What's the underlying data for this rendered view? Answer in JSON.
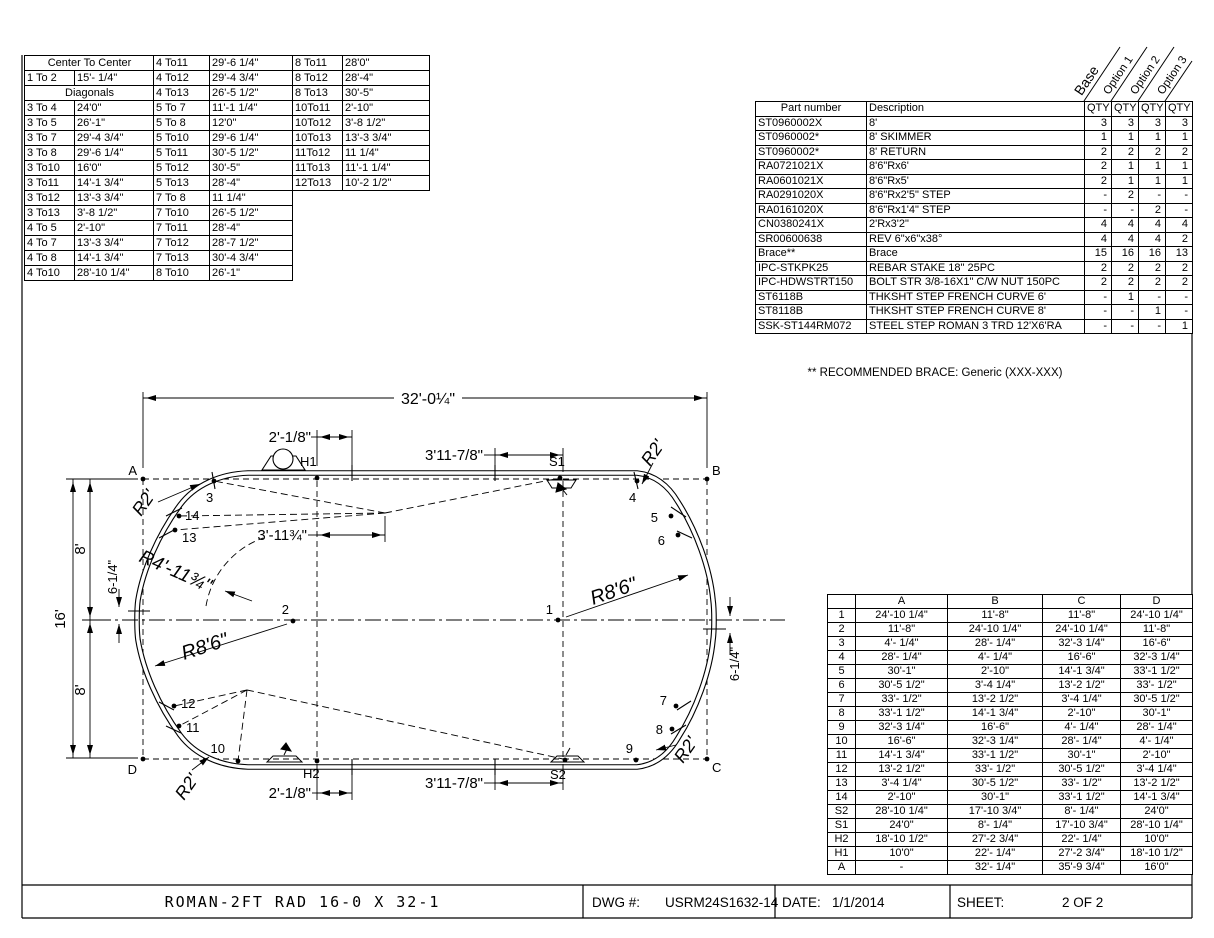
{
  "measure_table": {
    "groups": [
      {
        "rows": [
          {
            "span": "Center To Center"
          },
          {
            "l": "1 To 2",
            "v": "15'- 1/4\""
          },
          {
            "span": "Diagonals"
          },
          {
            "l": "3 To 4",
            "v": "24'0\""
          },
          {
            "l": "3 To 5",
            "v": "26'-1\""
          },
          {
            "l": "3 To 7",
            "v": "29'-4 3/4\""
          },
          {
            "l": "3 To 8",
            "v": "29'-6 1/4\""
          },
          {
            "l": "3 To10",
            "v": "16'0\""
          },
          {
            "l": "3 To11",
            "v": "14'-1 3/4\""
          },
          {
            "l": "3 To12",
            "v": "13'-3 3/4\""
          },
          {
            "l": "3 To13",
            "v": "3'-8 1/2\""
          },
          {
            "l": "4 To 5",
            "v": "2'-10\""
          },
          {
            "l": "4 To 7",
            "v": "13'-3 3/4\""
          },
          {
            "l": "4 To 8",
            "v": "14'-1 3/4\""
          },
          {
            "l": "4 To10",
            "v": "28'-10 1/4\""
          }
        ]
      },
      {
        "rows": [
          {
            "l": "4 To11",
            "v": "29'-6 1/4\""
          },
          {
            "l": "4 To12",
            "v": "29'-4 3/4\""
          },
          {
            "l": "4 To13",
            "v": "26'-5 1/2\""
          },
          {
            "l": "5 To 7",
            "v": "11'-1 1/4\""
          },
          {
            "l": "5 To 8",
            "v": "12'0\""
          },
          {
            "l": "5 To10",
            "v": "29'-6 1/4\""
          },
          {
            "l": "5 To11",
            "v": "30'-5 1/2\""
          },
          {
            "l": "5 To12",
            "v": "30'-5\""
          },
          {
            "l": "5 To13",
            "v": "28'-4\""
          },
          {
            "l": "7 To 8",
            "v": "11 1/4\""
          },
          {
            "l": "7 To10",
            "v": "26'-5 1/2\""
          },
          {
            "l": "7 To11",
            "v": "28'-4\""
          },
          {
            "l": "7 To12",
            "v": "28'-7 1/2\""
          },
          {
            "l": "7 To13",
            "v": "30'-4 3/4\""
          },
          {
            "l": "8 To10",
            "v": "26'-1\""
          }
        ]
      },
      {
        "rows": [
          {
            "l": "8 To11",
            "v": "28'0\""
          },
          {
            "l": "8 To12",
            "v": "28'-4\""
          },
          {
            "l": "8 To13",
            "v": "30'-5\""
          },
          {
            "l": "10To11",
            "v": "2'-10\""
          },
          {
            "l": "10To12",
            "v": "3'-8 1/2\""
          },
          {
            "l": "10To13",
            "v": "13'-3 3/4\""
          },
          {
            "l": "11To12",
            "v": "11 1/4\""
          },
          {
            "l": "11To13",
            "v": "11'-1 1/4\""
          },
          {
            "l": "12To13",
            "v": "10'-2 1/2\""
          }
        ]
      }
    ]
  },
  "parts_table": {
    "corner_headers": [
      "Base",
      "Option 1",
      "Option 2",
      "Option 3"
    ],
    "col_headers": [
      "Part number",
      "Description",
      "QTY",
      "QTY",
      "QTY",
      "QTY"
    ],
    "rows": [
      {
        "part": "ST0960002X",
        "desc": "8'",
        "qty": [
          "3",
          "3",
          "3",
          "3"
        ]
      },
      {
        "part": "ST0960002*",
        "desc": "8' SKIMMER",
        "qty": [
          "1",
          "1",
          "1",
          "1"
        ]
      },
      {
        "part": "ST0960002*",
        "desc": "8' RETURN",
        "qty": [
          "2",
          "2",
          "2",
          "2"
        ]
      },
      {
        "part": "RA0721021X",
        "desc": "8'6\"Rx6'",
        "qty": [
          "2",
          "1",
          "1",
          "1"
        ]
      },
      {
        "part": "RA0601021X",
        "desc": "8'6\"Rx5'",
        "qty": [
          "2",
          "1",
          "1",
          "1"
        ]
      },
      {
        "part": "RA0291020X",
        "desc": "8'6\"Rx2'5\" STEP",
        "qty": [
          "-",
          "2",
          "-",
          "-"
        ]
      },
      {
        "part": "RA0161020X",
        "desc": "8'6\"Rx1'4\" STEP",
        "qty": [
          "-",
          "-",
          "2",
          "-"
        ]
      },
      {
        "part": "CN0380241X",
        "desc": "2'Rx3'2\"",
        "qty": [
          "4",
          "4",
          "4",
          "4"
        ]
      },
      {
        "part": "SR00600638",
        "desc": "REV 6\"x6\"x38°",
        "qty": [
          "4",
          "4",
          "4",
          "2"
        ]
      },
      {
        "part": "Brace**",
        "desc": "Brace",
        "qty": [
          "15",
          "16",
          "16",
          "13"
        ]
      },
      {
        "part": "IPC-STKPK25",
        "desc": "REBAR STAKE 18\" 25PC",
        "qty": [
          "2",
          "2",
          "2",
          "2"
        ]
      },
      {
        "part": "IPC-HDWSTRT150",
        "desc": "BOLT STR 3/8-16X1\" C/W NUT 150PC",
        "qty": [
          "2",
          "2",
          "2",
          "2"
        ]
      },
      {
        "part": "ST6118B",
        "desc": "THKSHT STEP FRENCH CURVE 6'",
        "qty": [
          "-",
          "1",
          "-",
          "-"
        ]
      },
      {
        "part": "ST8118B",
        "desc": "THKSHT STEP FRENCH CURVE 8'",
        "qty": [
          "-",
          "-",
          "1",
          "-"
        ]
      },
      {
        "part": "SSK-ST144RM072",
        "desc": "STEEL STEP ROMAN 3 TRD 12'X6'RA",
        "qty": [
          "-",
          "-",
          "-",
          "1"
        ]
      }
    ],
    "note": "** RECOMMENDED BRACE:  Generic (XXX-XXX)"
  },
  "coord_table": {
    "headers": [
      "",
      "A",
      "B",
      "C",
      "D"
    ],
    "rows": [
      [
        "1",
        "24'-10 1/4\"",
        "11'-8\"",
        "11'-8\"",
        "24'-10 1/4\""
      ],
      [
        "2",
        "11'-8\"",
        "24'-10 1/4\"",
        "24'-10 1/4\"",
        "11'-8\""
      ],
      [
        "3",
        "4'- 1/4\"",
        "28'- 1/4\"",
        "32'-3 1/4\"",
        "16'-6\""
      ],
      [
        "4",
        "28'- 1/4\"",
        "4'- 1/4\"",
        "16'-6\"",
        "32'-3 1/4\""
      ],
      [
        "5",
        "30'-1\"",
        "2'-10\"",
        "14'-1 3/4\"",
        "33'-1 1/2\""
      ],
      [
        "6",
        "30'-5 1/2\"",
        "3'-4 1/4\"",
        "13'-2 1/2\"",
        "33'- 1/2\""
      ],
      [
        "7",
        "33'- 1/2\"",
        "13'-2 1/2\"",
        "3'-4 1/4\"",
        "30'-5 1/2\""
      ],
      [
        "8",
        "33'-1 1/2\"",
        "14'-1 3/4\"",
        "2'-10\"",
        "30'-1\""
      ],
      [
        "9",
        "32'-3 1/4\"",
        "16'-6\"",
        "4'- 1/4\"",
        "28'- 1/4\""
      ],
      [
        "10",
        "16'-6\"",
        "32'-3 1/4\"",
        "28'- 1/4\"",
        "4'- 1/4\""
      ],
      [
        "11",
        "14'-1 3/4\"",
        "33'-1 1/2\"",
        "30'-1\"",
        "2'-10\""
      ],
      [
        "12",
        "13'-2 1/2\"",
        "33'- 1/2\"",
        "30'-5 1/2\"",
        "3'-4 1/4\""
      ],
      [
        "13",
        "3'-4 1/4\"",
        "30'-5 1/2\"",
        "33'- 1/2\"",
        "13'-2 1/2\""
      ],
      [
        "14",
        "2'-10\"",
        "30'-1\"",
        "33'-1 1/2\"",
        "14'-1 3/4\""
      ],
      [
        "S2",
        "28'-10 1/4\"",
        "17'-10 3/4\"",
        "8'- 1/4\"",
        "24'0\""
      ],
      [
        "S1",
        "24'0\"",
        "8'- 1/4\"",
        "17'-10 3/4\"",
        "28'-10 1/4\""
      ],
      [
        "H2",
        "18'-10 1/2\"",
        "27'-2 3/4\"",
        "22'- 1/4\"",
        "10'0\""
      ],
      [
        "H1",
        "10'0\"",
        "22'- 1/4\"",
        "27'-2 3/4\"",
        "18'-10 1/2\""
      ],
      [
        "A",
        "-",
        "32'- 1/4\"",
        "35'-9 3/4\"",
        "16'0\""
      ]
    ]
  },
  "title_block": {
    "title": "ROMAN-2FT RAD 16-0 X 32-1",
    "dwg_label": "DWG #:",
    "dwg_value": "USRM24S1632-14",
    "date_label": "DATE:",
    "date_value": "1/1/2014",
    "sheet_label": "SHEET:",
    "sheet_value": "2 OF 2"
  },
  "drawing": {
    "corner_labels": {
      "a": "A",
      "b": "B",
      "c": "C",
      "d": "D"
    },
    "point_labels": {
      "p1": "1",
      "p2": "2",
      "p3": "3",
      "p4": "4",
      "p5": "5",
      "p6": "6",
      "p7": "7",
      "p8": "8",
      "p9": "9",
      "p10": "10",
      "p11": "11",
      "p12": "12",
      "p13": "13",
      "p14": "14",
      "h1": "H1",
      "h2": "H2",
      "s1": "S1",
      "s2": "S2"
    },
    "dims": {
      "overall": "32'-0¼\"",
      "top_left": "2'-1/8\"",
      "top_right": "3'11-7/8\"",
      "mid": "3'-11¾\"",
      "bottom_left": "2'-1/8\"",
      "bottom_right": "3'11-7/8\"",
      "left_total": "16'",
      "left_upper": "8'",
      "left_lower": "8'",
      "left_offset": "6-1/4\"",
      "right_offset": "6-1/4\""
    },
    "radius_labels": {
      "corner_tl": "R2'",
      "corner_tr": "R2'",
      "corner_br": "R2'",
      "corner_bl": "R2'",
      "end_left": "R8'6\"",
      "end_right": "R8'6\"",
      "transition": "R4'-11¾\""
    }
  }
}
